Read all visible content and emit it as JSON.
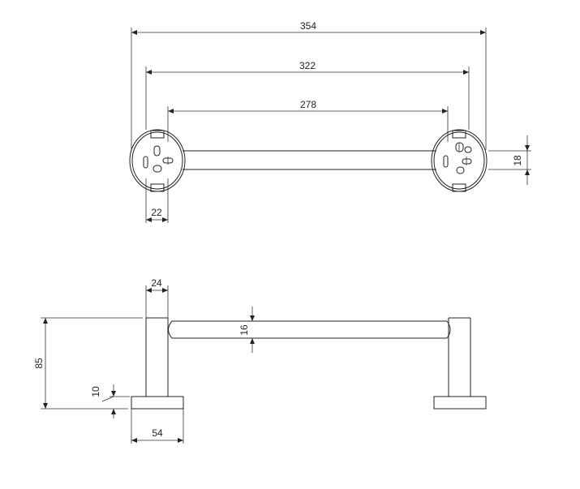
{
  "top_view": {
    "overall_length": "354",
    "fixing_centres": "322",
    "bar_inner_length": "278",
    "base_width": "22",
    "bar_diameter": "18"
  },
  "side_view": {
    "post_width": "24",
    "height": "85",
    "bar_diameter": "16",
    "base_thickness": "10",
    "base_diameter": "54"
  }
}
